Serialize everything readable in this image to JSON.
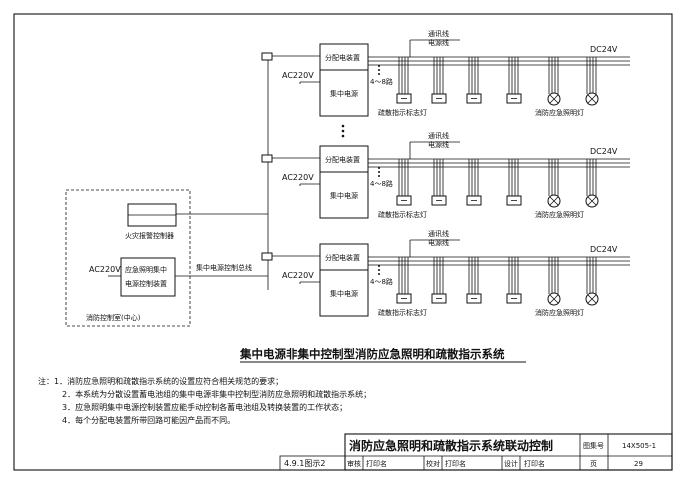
{
  "groups": [
    {
      "panel_top": "分配电装置",
      "panel_bottom": "集中电源",
      "ac_label": "AC220V",
      "dc_label": "DC24V",
      "comm_label": "通讯线",
      "power_label": "电源线",
      "loop_label": "4～8路",
      "evac_label": "疏散指示标志灯",
      "emer_label": "消防应急照明灯"
    },
    {
      "panel_top": "分配电装置",
      "panel_bottom": "集中电源",
      "ac_label": "AC220V",
      "dc_label": "DC24V",
      "comm_label": "通讯线",
      "power_label": "电源线",
      "loop_label": "4～8路",
      "evac_label": "疏散指示标志灯",
      "emer_label": "消防应急照明灯"
    },
    {
      "panel_top": "分配电装置",
      "panel_bottom": "集中电源",
      "ac_label": "AC220V",
      "dc_label": "DC24V",
      "comm_label": "通讯线",
      "power_label": "电源线",
      "loop_label": "4～8路",
      "evac_label": "疏散指示标志灯",
      "emer_label": "消防应急照明灯"
    }
  ],
  "control_room": {
    "fire_alarm": "火灾报警控制器",
    "controller_line1": "应急照明集中",
    "controller_line2": "电源控制装置",
    "ac_label": "AC220V",
    "room_label": "消防控制室(中心)",
    "bus_label": "集中电源控制总线"
  },
  "diagram_title": "集中电源非集中控制型消防应急照明和疏散指示系统",
  "notes": [
    "注：1．消防应急照明和疏散指示系统的设置应符合相关规范的要求；",
    "2．本系统为分散设置蓄电池组的集中电源非集中控制型消防应急照明和疏散指示系统；",
    "3．应急照明集中电源控制装置应能手动控制各蓄电池组及转换装置的工作状态；",
    "4．每个分配电装置所带回路可能因产品而不同。"
  ],
  "title_block": {
    "title": "消防应急照明和疏散指示系统联动控制",
    "atlas_label": "图集号",
    "atlas_no": "14X505-1",
    "figure_ref": "4.9.1图示2",
    "review_label": "审核",
    "review_name": "打印名",
    "check_label": "校对",
    "check_name": "打印名",
    "design_label": "设计",
    "design_name": "打印名",
    "page_label": "页",
    "page_no": "29"
  }
}
